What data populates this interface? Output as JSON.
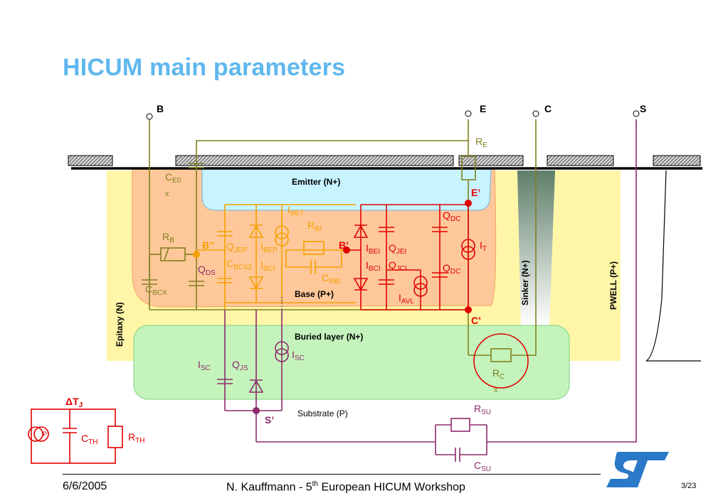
{
  "slide": {
    "title": "HICUM main parameters",
    "footer": {
      "date": "6/6/2005",
      "presenter_prefix": "N. Kauffmann - 5",
      "presenter_sup": "th",
      "presenter_suffix": " European HICUM Workshop",
      "page": "3/23"
    }
  },
  "terminals": {
    "base": "B",
    "emitter": "E",
    "collector": "C",
    "substrate": "S"
  },
  "regions": {
    "emitter": "Emitter (N+)",
    "base": "Base (P+)",
    "buried_layer": "Buried layer (N+)",
    "substrate": "Substrate (P)",
    "sinker": "Sinker (N+)",
    "pwell": "PWELL (P+)",
    "epitaxy": "Epitaxy (N)"
  },
  "nodes": {
    "b_int2": "B’’",
    "b_int": "B’",
    "e_int": "E’",
    "c_int": "C’",
    "s_int": "S’"
  },
  "components": {
    "ce0": {
      "base": "C",
      "sub": "E0",
      "mark": "x"
    },
    "rb": {
      "base": "R",
      "sub": "B"
    },
    "cbcx": {
      "base": "C",
      "sub": "BCX"
    },
    "qds": {
      "base": "Q",
      "sub": "DS"
    },
    "qjep": {
      "base": "Q",
      "sub": "JEP"
    },
    "ibep": {
      "base": "I",
      "sub": "BEP"
    },
    "ibet": {
      "base": "I",
      "sub": "BET"
    },
    "cbcx2": {
      "base": "C",
      "sub": "BCX2"
    },
    "ibci1": {
      "base": "I",
      "sub": "BCI"
    },
    "rbi": {
      "base": "R",
      "sub": "BI"
    },
    "crbi": {
      "base": "C",
      "sub": "RBI"
    },
    "ibei": {
      "base": "I",
      "sub": "BEI"
    },
    "qjei": {
      "base": "Q",
      "sub": "JEI"
    },
    "ibci2": {
      "base": "I",
      "sub": "BCI"
    },
    "qjci": {
      "base": "Q",
      "sub": "JCI"
    },
    "iavl": {
      "base": "I",
      "sub": "AVL"
    },
    "qdc1": {
      "base": "Q",
      "sub": "DC"
    },
    "qdc2": {
      "base": "Q",
      "sub": "DC"
    },
    "it": {
      "base": "I",
      "sub": "T"
    },
    "re": {
      "base": "R",
      "sub": "E"
    },
    "rc": {
      "base": "R",
      "sub": "C",
      "mark": "x"
    },
    "isc_cap": {
      "base": "I",
      "sub": "SC"
    },
    "qjs": {
      "base": "Q",
      "sub": "JS"
    },
    "isc_src": {
      "base": "I",
      "sub": "SC"
    },
    "rsu": {
      "base": "R",
      "sub": "SU"
    },
    "csu": {
      "base": "C",
      "sub": "SU"
    },
    "cth": {
      "base": "C",
      "sub": "TH"
    },
    "rth": {
      "base": "R",
      "sub": "TH"
    },
    "p_src": "P"
  },
  "thermal": {
    "delta": "ΔT",
    "sub": "J"
  },
  "colors": {
    "title": "#5fb8ee",
    "olive": "#808020",
    "orange": "#f5a000",
    "red": "#e00000",
    "purple": "#8b2a6a",
    "cyan_fill": "#c8f4ff",
    "base_fill": "#ffc89a",
    "epi_fill": "#fff6a8",
    "buried_fill": "#c4f4bc",
    "sinker_fill": "#6f8c78"
  }
}
